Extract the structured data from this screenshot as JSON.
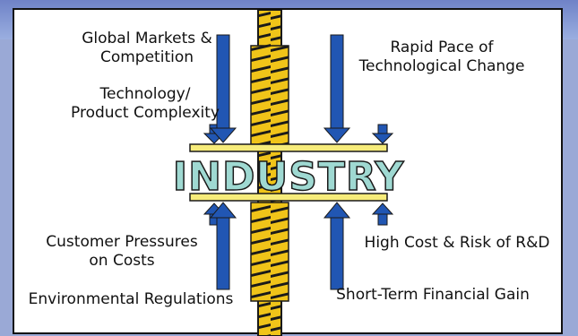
{
  "diagram": {
    "center_label": "INDUSTRY",
    "forces_top": [
      {
        "id": "global",
        "text": "Global Markets &\nCompetition"
      },
      {
        "id": "tech",
        "text": "Technology/\nProduct Complexity"
      },
      {
        "id": "rapid",
        "text": "Rapid Pace of\nTechnological Change"
      }
    ],
    "forces_bottom": [
      {
        "id": "customer",
        "text": "Customer Pressures\non Costs"
      },
      {
        "id": "env",
        "text": "Environmental Regulations"
      },
      {
        "id": "cost",
        "text": "High Cost & Risk of R&D"
      },
      {
        "id": "shortterm",
        "text": "Short-Term Financial Gain"
      }
    ]
  },
  "colors": {
    "arrow": "#2156b3",
    "screw": "#f0c419",
    "plate": "#f7ec7a",
    "label_fill": "#9fd9d2",
    "background": "#9aa9d6"
  }
}
